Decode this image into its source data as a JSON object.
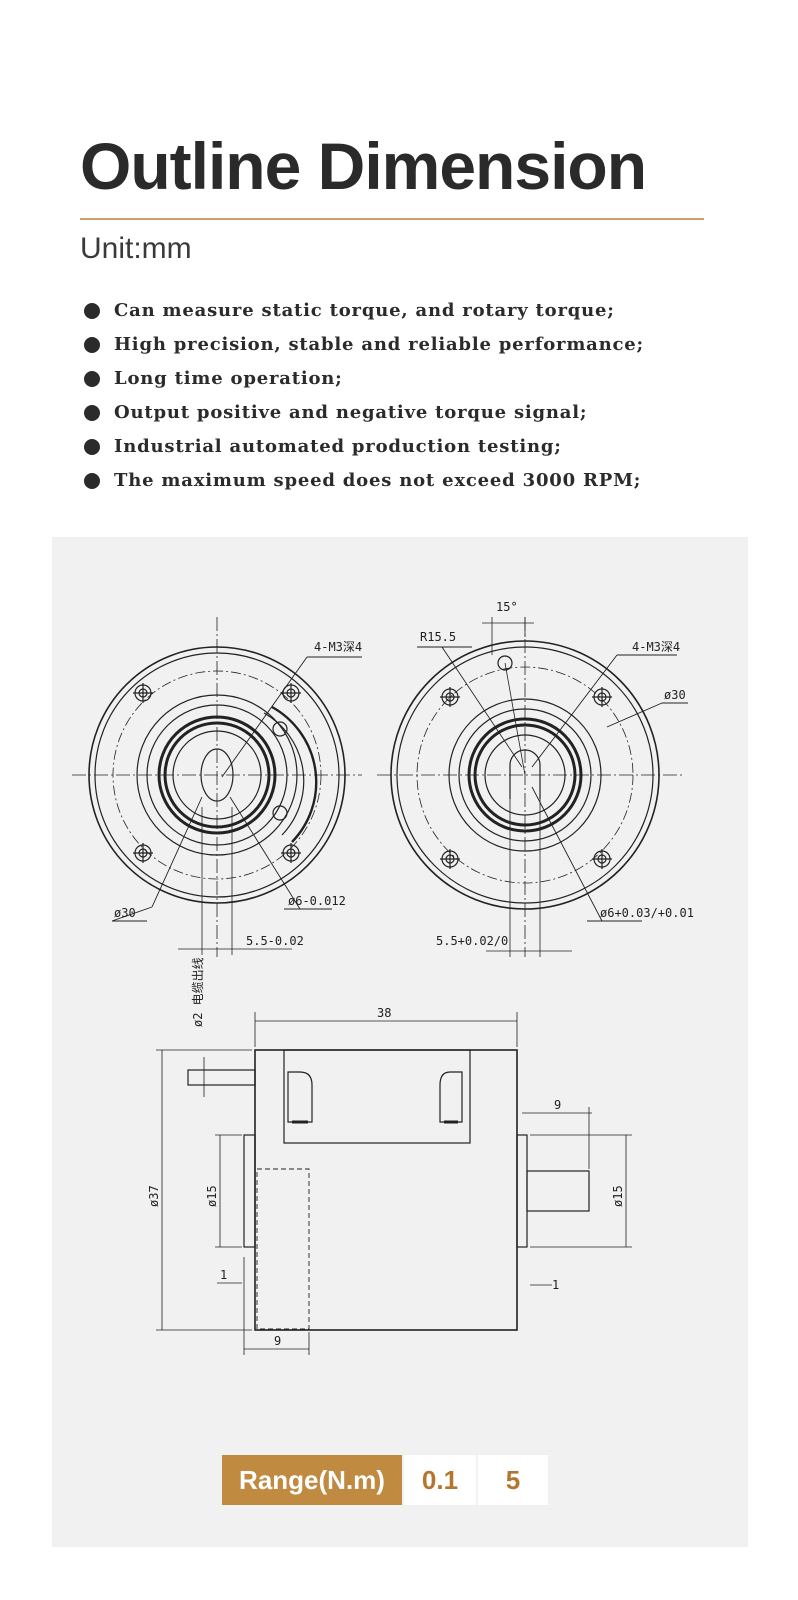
{
  "title": "Outline Dimension",
  "unit": "Unit:mm",
  "features": [
    "Can measure static torque, and rotary torque;",
    "High precision, stable and reliable performance;",
    "Long time operation;",
    "Output positive and negative torque signal;",
    "Industrial automated production testing;",
    "The maximum speed does not exceed 3000 RPM;"
  ],
  "drawing": {
    "left_view": {
      "thread_label": "4-M3深4",
      "dia_outer": "ø30",
      "dia_shaft": "ø6-0.012",
      "key_width": "5.5-0.02"
    },
    "right_view": {
      "angle": "15°",
      "radius": "R15.5",
      "thread_label": "4-M3深4",
      "dia_outer": "ø30",
      "dia_shaft": "ø6+0.03/+0.01",
      "key_width": "5.5+0.02/0"
    },
    "side_view": {
      "cable_label": "ø2 电缆出线",
      "length": "38",
      "height": "ø37",
      "left_shaft": "ø15",
      "right_shaft": "ø15",
      "right_shaft_len": "9",
      "left_flange": "1",
      "right_flange": "1",
      "bottom_len": "9"
    }
  },
  "range": {
    "label": "Range(N.m)",
    "values": [
      "0.1",
      "5"
    ]
  },
  "colors": {
    "accent": "#c08a40",
    "rule": "#c9a36a",
    "panel": "#f1f1f1"
  }
}
